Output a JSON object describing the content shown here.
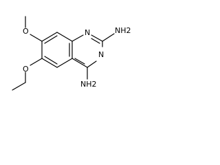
{
  "molecule": {
    "atom_labels": {
      "ring_n_top": "N",
      "ring_n_bottom": "N",
      "amino_top": "NH2",
      "amino_bottom": "NH2",
      "methoxy_o": "O",
      "ethoxy_o": "O"
    },
    "colors": {
      "bond": "#000000",
      "text": "#000000",
      "background": "#ffffff"
    }
  }
}
